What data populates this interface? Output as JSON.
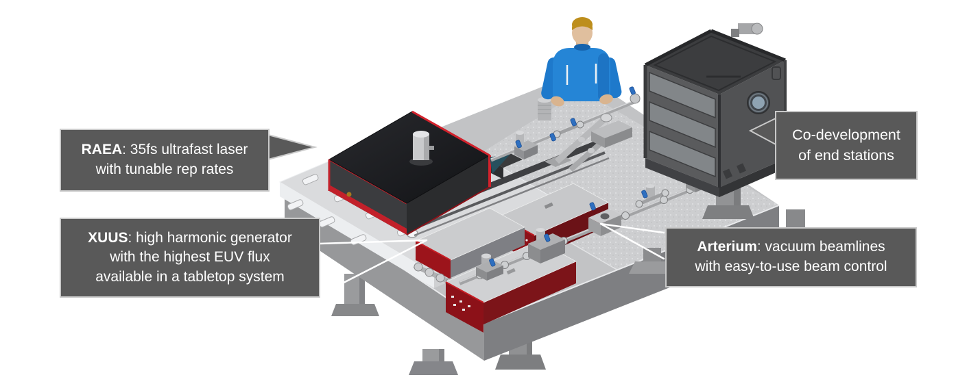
{
  "figure": {
    "title": "Tabletop EUV beamline system illustration",
    "type": "annotated 3D rendering",
    "background": "#ffffff"
  },
  "callouts": [
    {
      "id": "raea",
      "term": "RAEA",
      "text": ": 35fs ultrafast laser\nwith tunable rep rates"
    },
    {
      "id": "xuus",
      "term": "XUUS",
      "text": ": high harmonic generator\nwith the highest EUV flux\navailable in a tabletop system"
    },
    {
      "id": "end-stations",
      "term": "",
      "text": "Co-development\nof end stations"
    },
    {
      "id": "arterium",
      "term": "Arterium",
      "text": ": vacuum beamlines\nwith easy-to-use beam control"
    }
  ],
  "colors": {
    "callout_background": "#595959",
    "callout_border": "#c9c9c9",
    "callout_text": "#ffffff",
    "laser_trim_red": "#c2202a",
    "xuus_red": "#8c1118",
    "table_gray": "#c2c3c5",
    "end_station_gray": "#4c4d4f",
    "shirt_blue": "#2585d6",
    "hair_gold": "#bd8e1c",
    "valve_blue": "#2e6fc0"
  },
  "scene_parts": [
    "optical-table",
    "breadboard",
    "raea-laser-box",
    "xuus-generator-boxes",
    "vacuum-beamline",
    "end-station-chamber",
    "engineer-figure"
  ]
}
